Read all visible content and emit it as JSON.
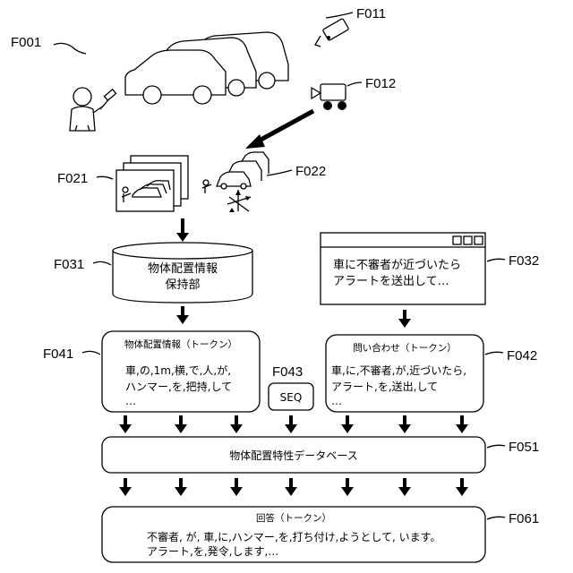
{
  "refs": {
    "f001": "F001",
    "f011": "F011",
    "f012": "F012",
    "f021": "F021",
    "f022": "F022",
    "f031": "F031",
    "f032": "F032",
    "f041": "F041",
    "f042": "F042",
    "f043": "F043",
    "f051": "F051",
    "f061": "F061"
  },
  "database": {
    "line1": "物体配置情報",
    "line2": "保持部"
  },
  "query_window": {
    "line1": "車に不審者が近づいたら",
    "line2": "アラートを送出して…"
  },
  "tokens_object": {
    "title": "物体配置情報（トークン）",
    "line1": "車,の,1m,横,で,人,が,",
    "line2": "ハンマー,を,把持,して",
    "line3": "…"
  },
  "tokens_query": {
    "title": "問い合わせ（トークン）",
    "line1": "車,に,不審者,が,近づいたら,",
    "line2": "アラート,を,送出,して",
    "line3": "…"
  },
  "seq": "SEQ",
  "model": "物体配置特性データベース",
  "answer": {
    "title": "回答（トークン）",
    "line1": "不審者, が, 車,に,ハンマー,を,打ち付け,ようとして, います。",
    "line2": "アラート,を,発令,します,…"
  }
}
